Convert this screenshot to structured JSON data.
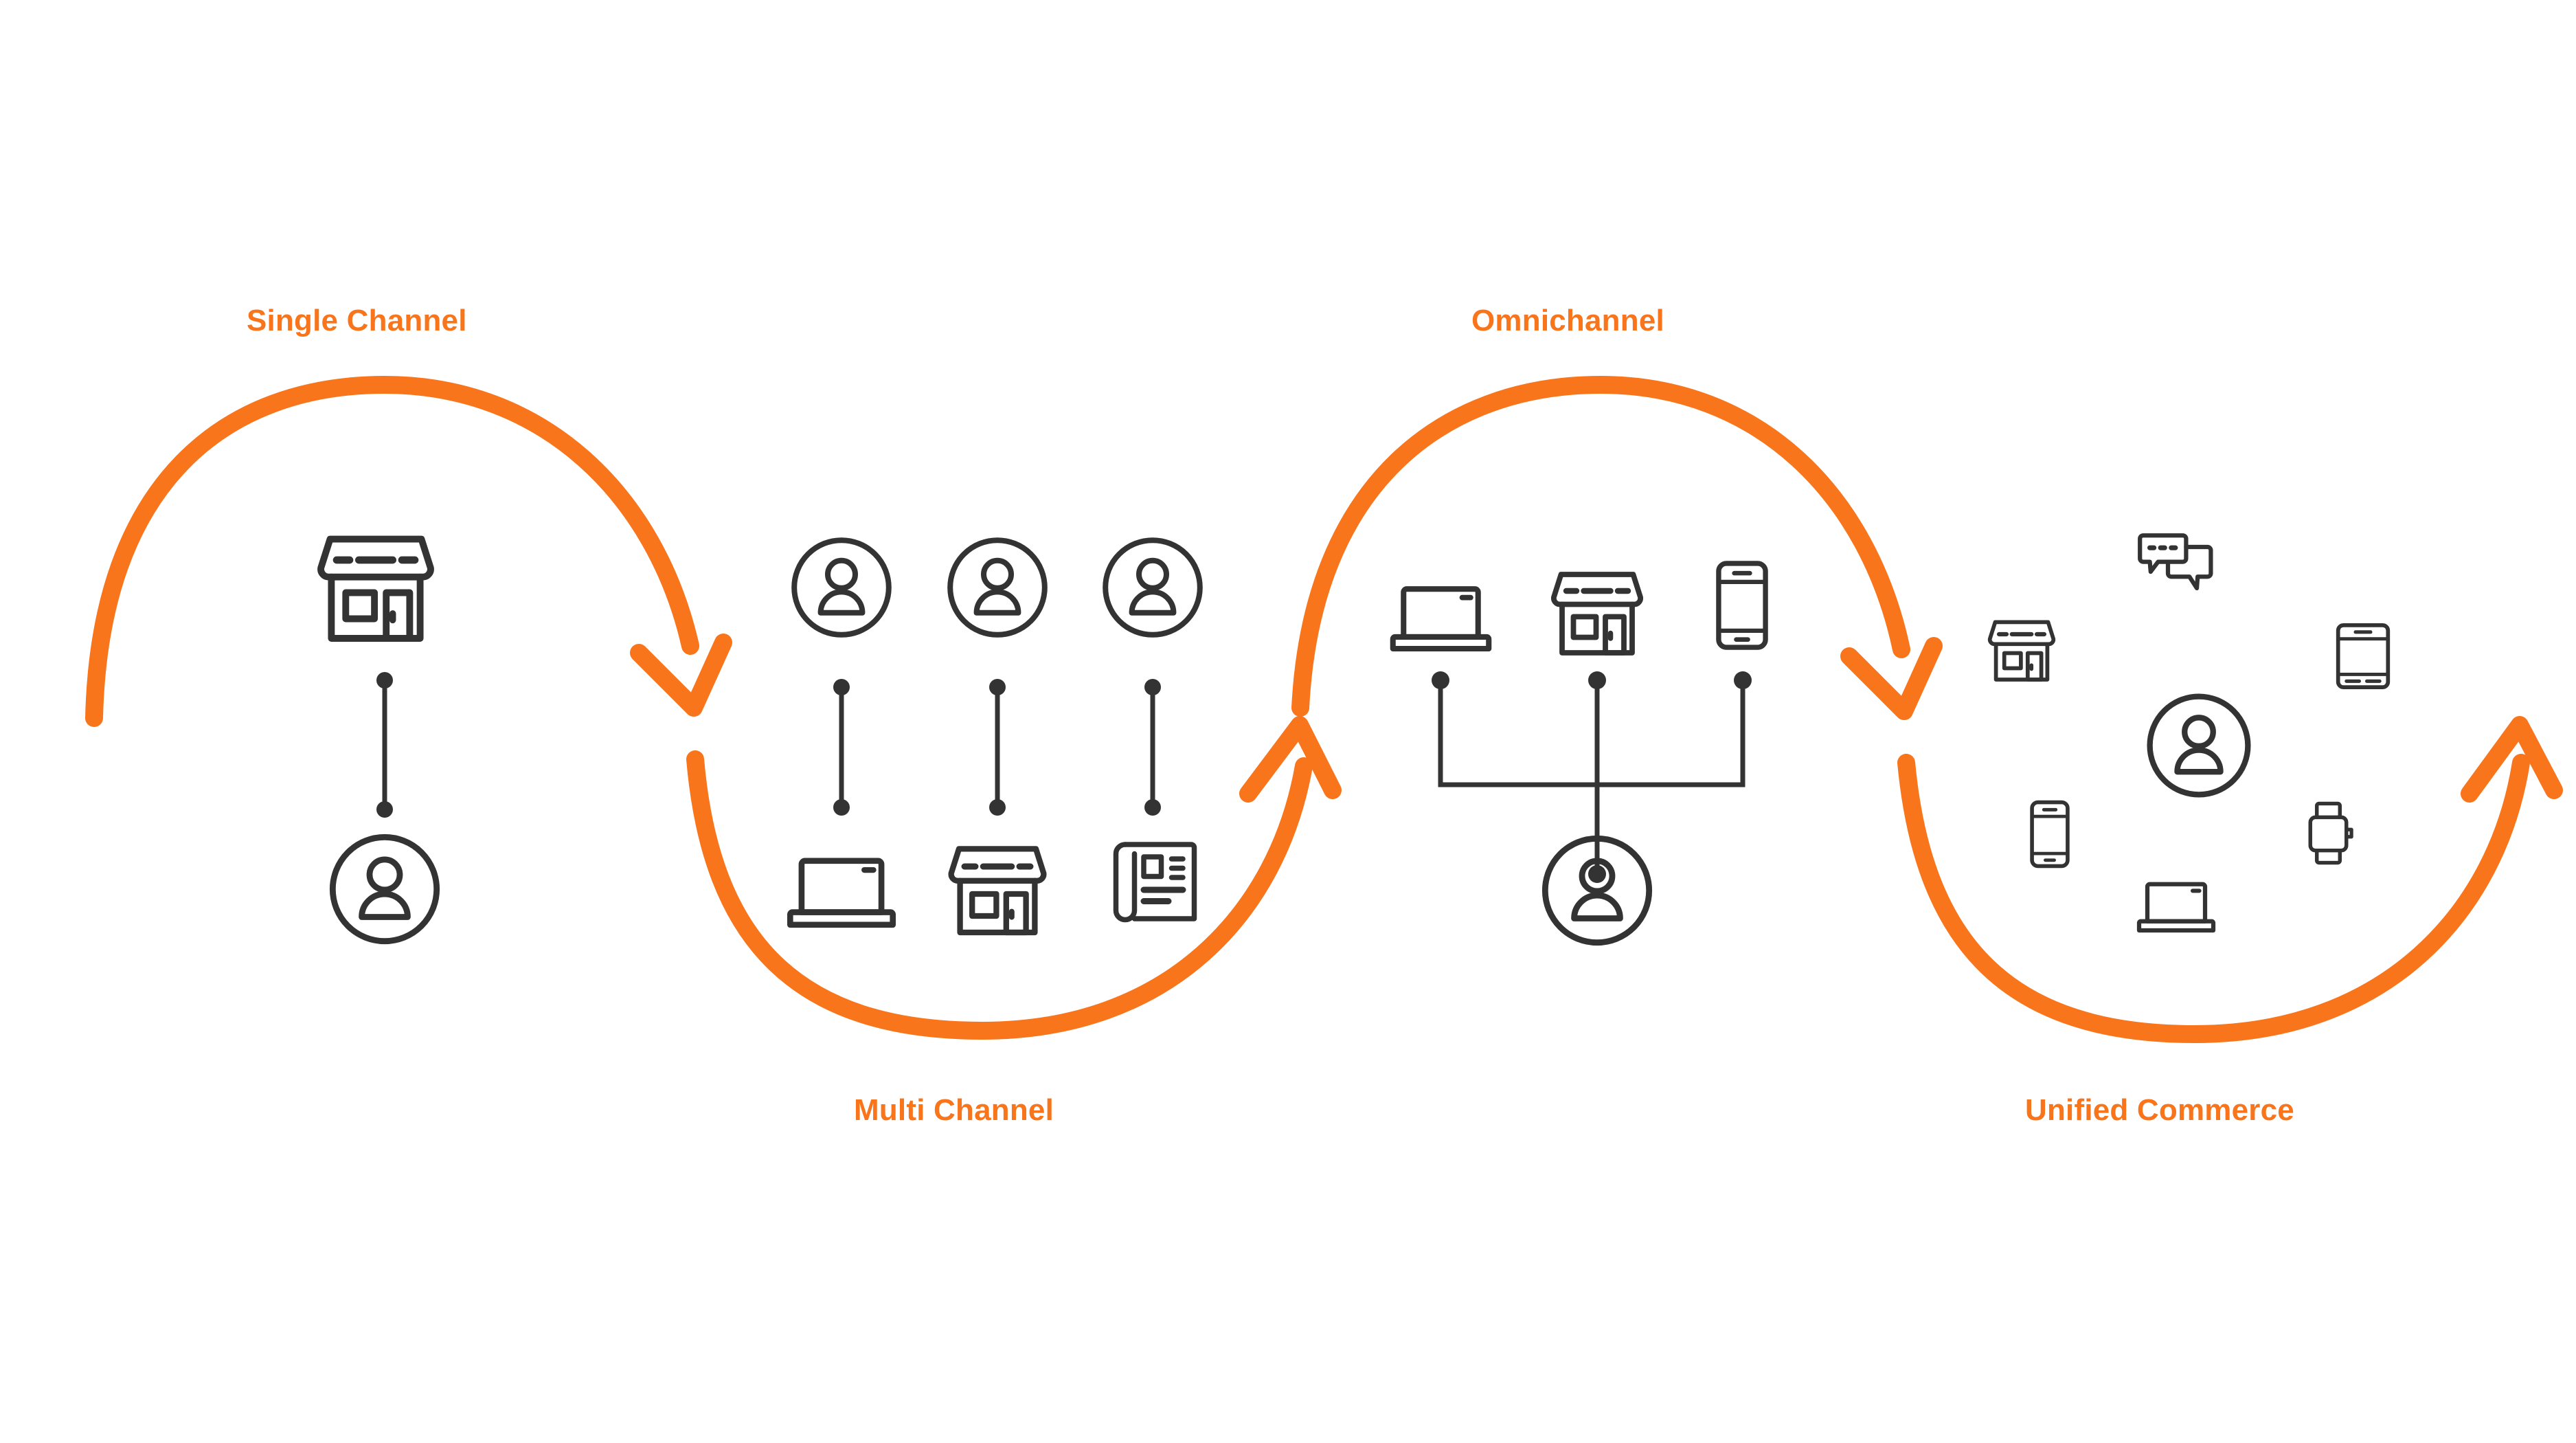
{
  "diagram": {
    "title_visible": false,
    "background_color": "#FFFFFF",
    "accent_color": "#F8751C",
    "line_color": "#333333",
    "stages": [
      {
        "id": "single-channel",
        "label": "Single Channel",
        "label_position": "above",
        "icons": [
          "store-icon",
          "person-icon"
        ],
        "connections": "store connected by single vertical line to one person"
      },
      {
        "id": "multi-channel",
        "label": "Multi Channel",
        "label_position": "below",
        "icons": [
          "person-icon",
          "person-icon",
          "person-icon",
          "laptop-icon",
          "store-icon",
          "newspaper-icon"
        ],
        "connections": "three separate vertical lines, each linking one person to one channel"
      },
      {
        "id": "omnichannel",
        "label": "Omnichannel",
        "label_position": "above",
        "icons": [
          "laptop-icon",
          "store-icon",
          "phone-icon",
          "person-icon"
        ],
        "connections": "laptop, store and phone joined by a shared bus bar leading down to a single person"
      },
      {
        "id": "unified-commerce",
        "label": "Unified Commerce",
        "label_position": "below",
        "icons": [
          "chat-icon",
          "store-icon",
          "tablet-icon",
          "person-icon",
          "phone-icon",
          "smartwatch-icon",
          "laptop-icon"
        ],
        "connections": "person at centre surrounded by all channels, no drawn links"
      }
    ],
    "flow_arrows": [
      {
        "id": "arrow-1",
        "from": "single-channel",
        "to": "multi-channel",
        "direction": "down"
      },
      {
        "id": "arrow-2",
        "from": "multi-channel",
        "to": "omnichannel",
        "direction": "up"
      },
      {
        "id": "arrow-3",
        "from": "omnichannel",
        "to": "unified-commerce",
        "direction": "down"
      },
      {
        "id": "arrow-4",
        "from": "unified-commerce",
        "to": "next",
        "direction": "up"
      }
    ]
  }
}
